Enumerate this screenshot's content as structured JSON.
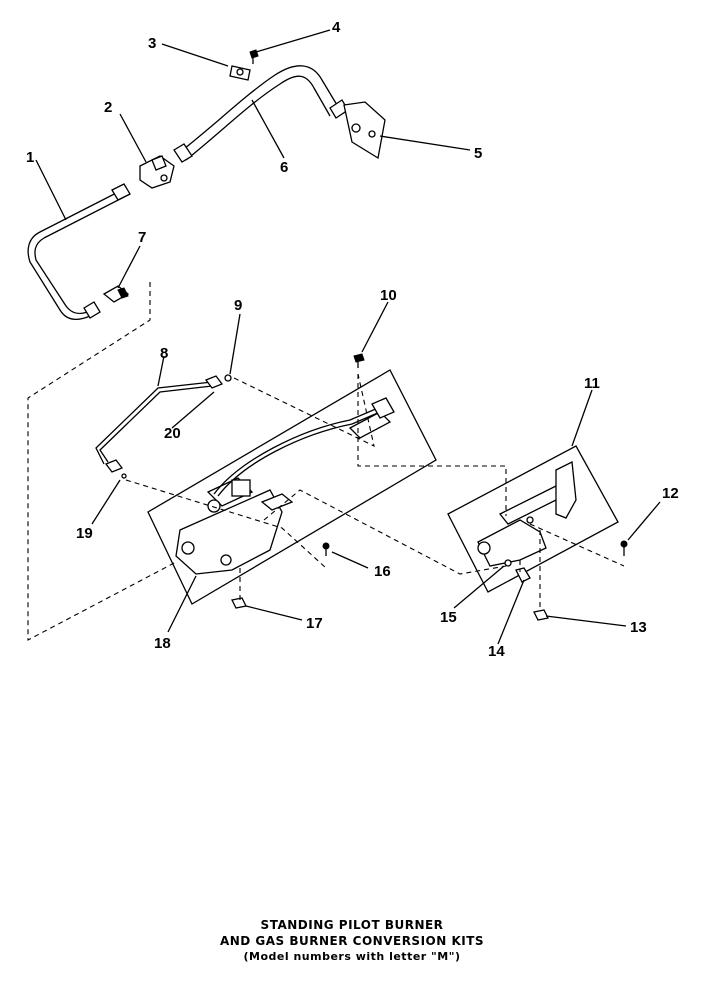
{
  "caption": {
    "line1": "STANDING PILOT BURNER",
    "line2": "AND GAS BURNER CONVERSION KITS",
    "line3": "(Model numbers with letter \"M\")"
  },
  "callouts": [
    "1",
    "2",
    "3",
    "4",
    "5",
    "6",
    "7",
    "8",
    "9",
    "10",
    "11",
    "12",
    "13",
    "14",
    "15",
    "16",
    "17",
    "18",
    "19",
    "20"
  ]
}
